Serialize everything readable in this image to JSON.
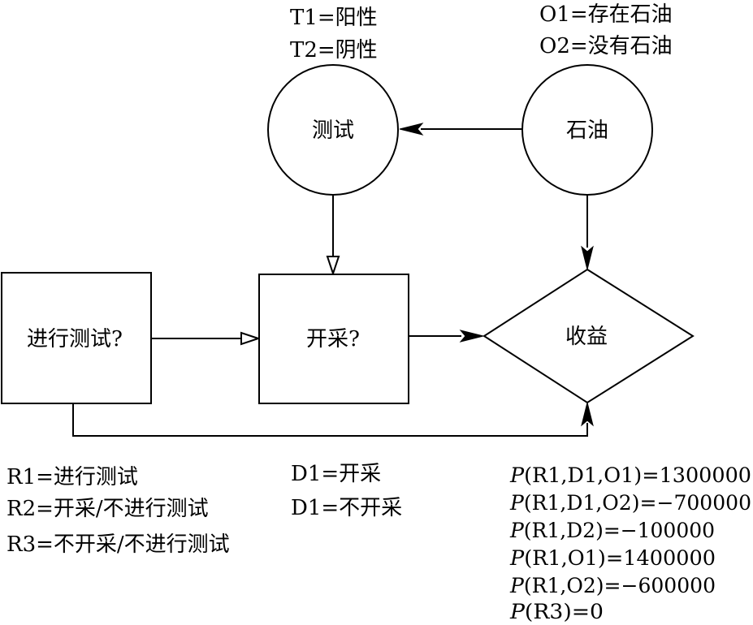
{
  "test_outcomes": [
    "T1=阳性",
    "T2=阴性"
  ],
  "oil_outcomes": [
    "O1=存在石油",
    "O2=没有石油"
  ],
  "nodes": {
    "test": "测试",
    "oil": "石油",
    "do_test": "进行测试?",
    "drill": "开采?",
    "payoff": "收益"
  },
  "r_options": [
    "R1=进行测试",
    "R2=开采/不进行测试",
    "R3=不开采/不进行测试"
  ],
  "d_options": [
    "D1=开采",
    "D1=不开采"
  ],
  "payoffs": [
    {
      "p": "P",
      "rest": "(R1,D1,O1)=1300000"
    },
    {
      "p": "P",
      "rest": "(R1,D1,O2)=−700000"
    },
    {
      "p": "P",
      "rest": "(R1,D2)=−100000"
    },
    {
      "p": "P",
      "rest": "(R1,O1)=1400000"
    },
    {
      "p": "P",
      "rest": "(R1,O2)=−600000"
    },
    {
      "p": "P",
      "rest": "(R3)=0"
    }
  ]
}
